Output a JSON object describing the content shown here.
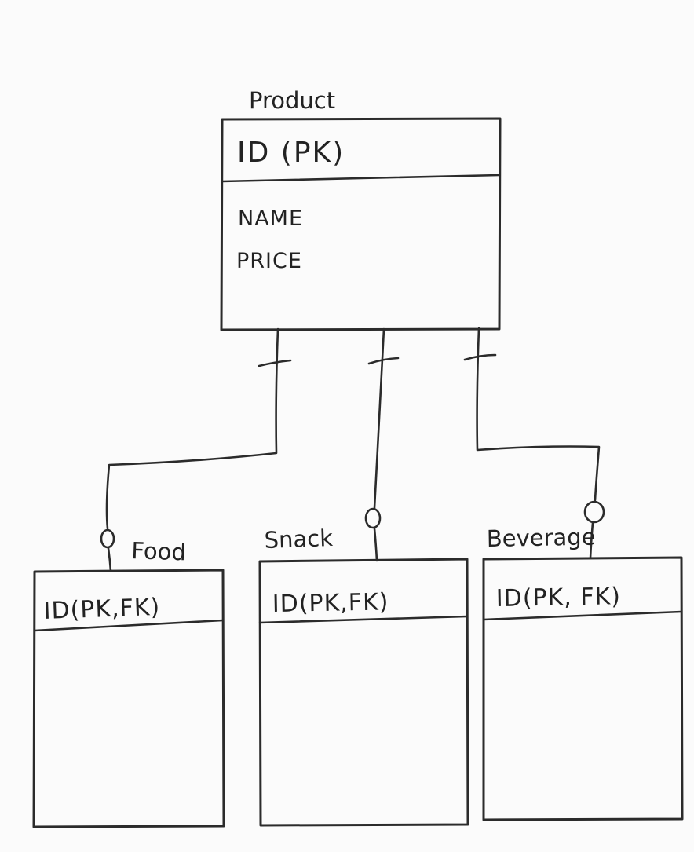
{
  "page": {
    "background_color": "#fbfbfb",
    "ink_color": "#2b2b2b",
    "style": "hand-drawn-er-diagram"
  },
  "diagram": {
    "entities": [
      {
        "name": "Product",
        "key_row": "ID (PK)",
        "attributes": [
          "NAME",
          "PRICE"
        ]
      },
      {
        "name": "Food",
        "key_row": "ID(PK,FK)",
        "attributes": []
      },
      {
        "name": "Snack",
        "key_row": "ID(PK,FK)",
        "attributes": []
      },
      {
        "name": "Beverage",
        "key_row": "ID(PK, FK)",
        "attributes": []
      }
    ],
    "relationships": [
      {
        "from": "Product",
        "to": "Food",
        "from_end_symbol": "one-tick",
        "to_end_symbol": "zero-optional-circle"
      },
      {
        "from": "Product",
        "to": "Snack",
        "from_end_symbol": "one-tick",
        "to_end_symbol": "zero-optional-circle"
      },
      {
        "from": "Product",
        "to": "Beverage",
        "from_end_symbol": "one-tick",
        "to_end_symbol": "zero-optional-circle"
      }
    ]
  }
}
